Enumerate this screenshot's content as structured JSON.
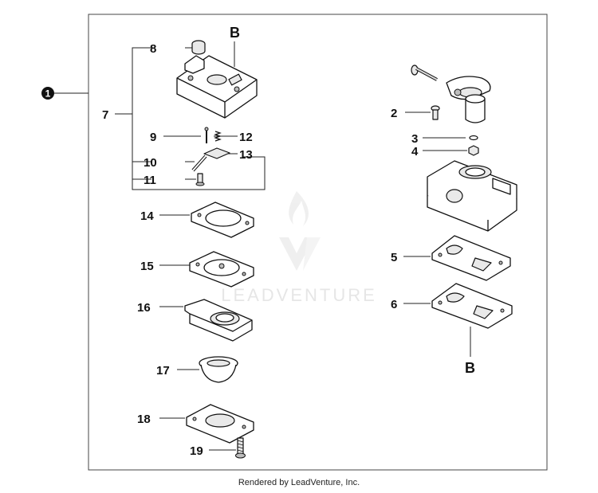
{
  "assembly_label": "1",
  "ref_labels": {
    "b_top": "B",
    "b_bottom": "B"
  },
  "parts": {
    "p2": "2",
    "p3": "3",
    "p4": "4",
    "p5": "5",
    "p6": "6",
    "p7": "7",
    "p8": "8",
    "p9": "9",
    "p10": "10",
    "p11": "11",
    "p12": "12",
    "p13": "13",
    "p14": "14",
    "p15": "15",
    "p16": "16",
    "p17": "17",
    "p18": "18",
    "p19": "19"
  },
  "watermark": "LEADVENTURE",
  "footer": "Rendered by LeadVenture, Inc.",
  "colors": {
    "ink": "#111111",
    "watermark": "#e6e6e6",
    "frame": "#444444"
  }
}
